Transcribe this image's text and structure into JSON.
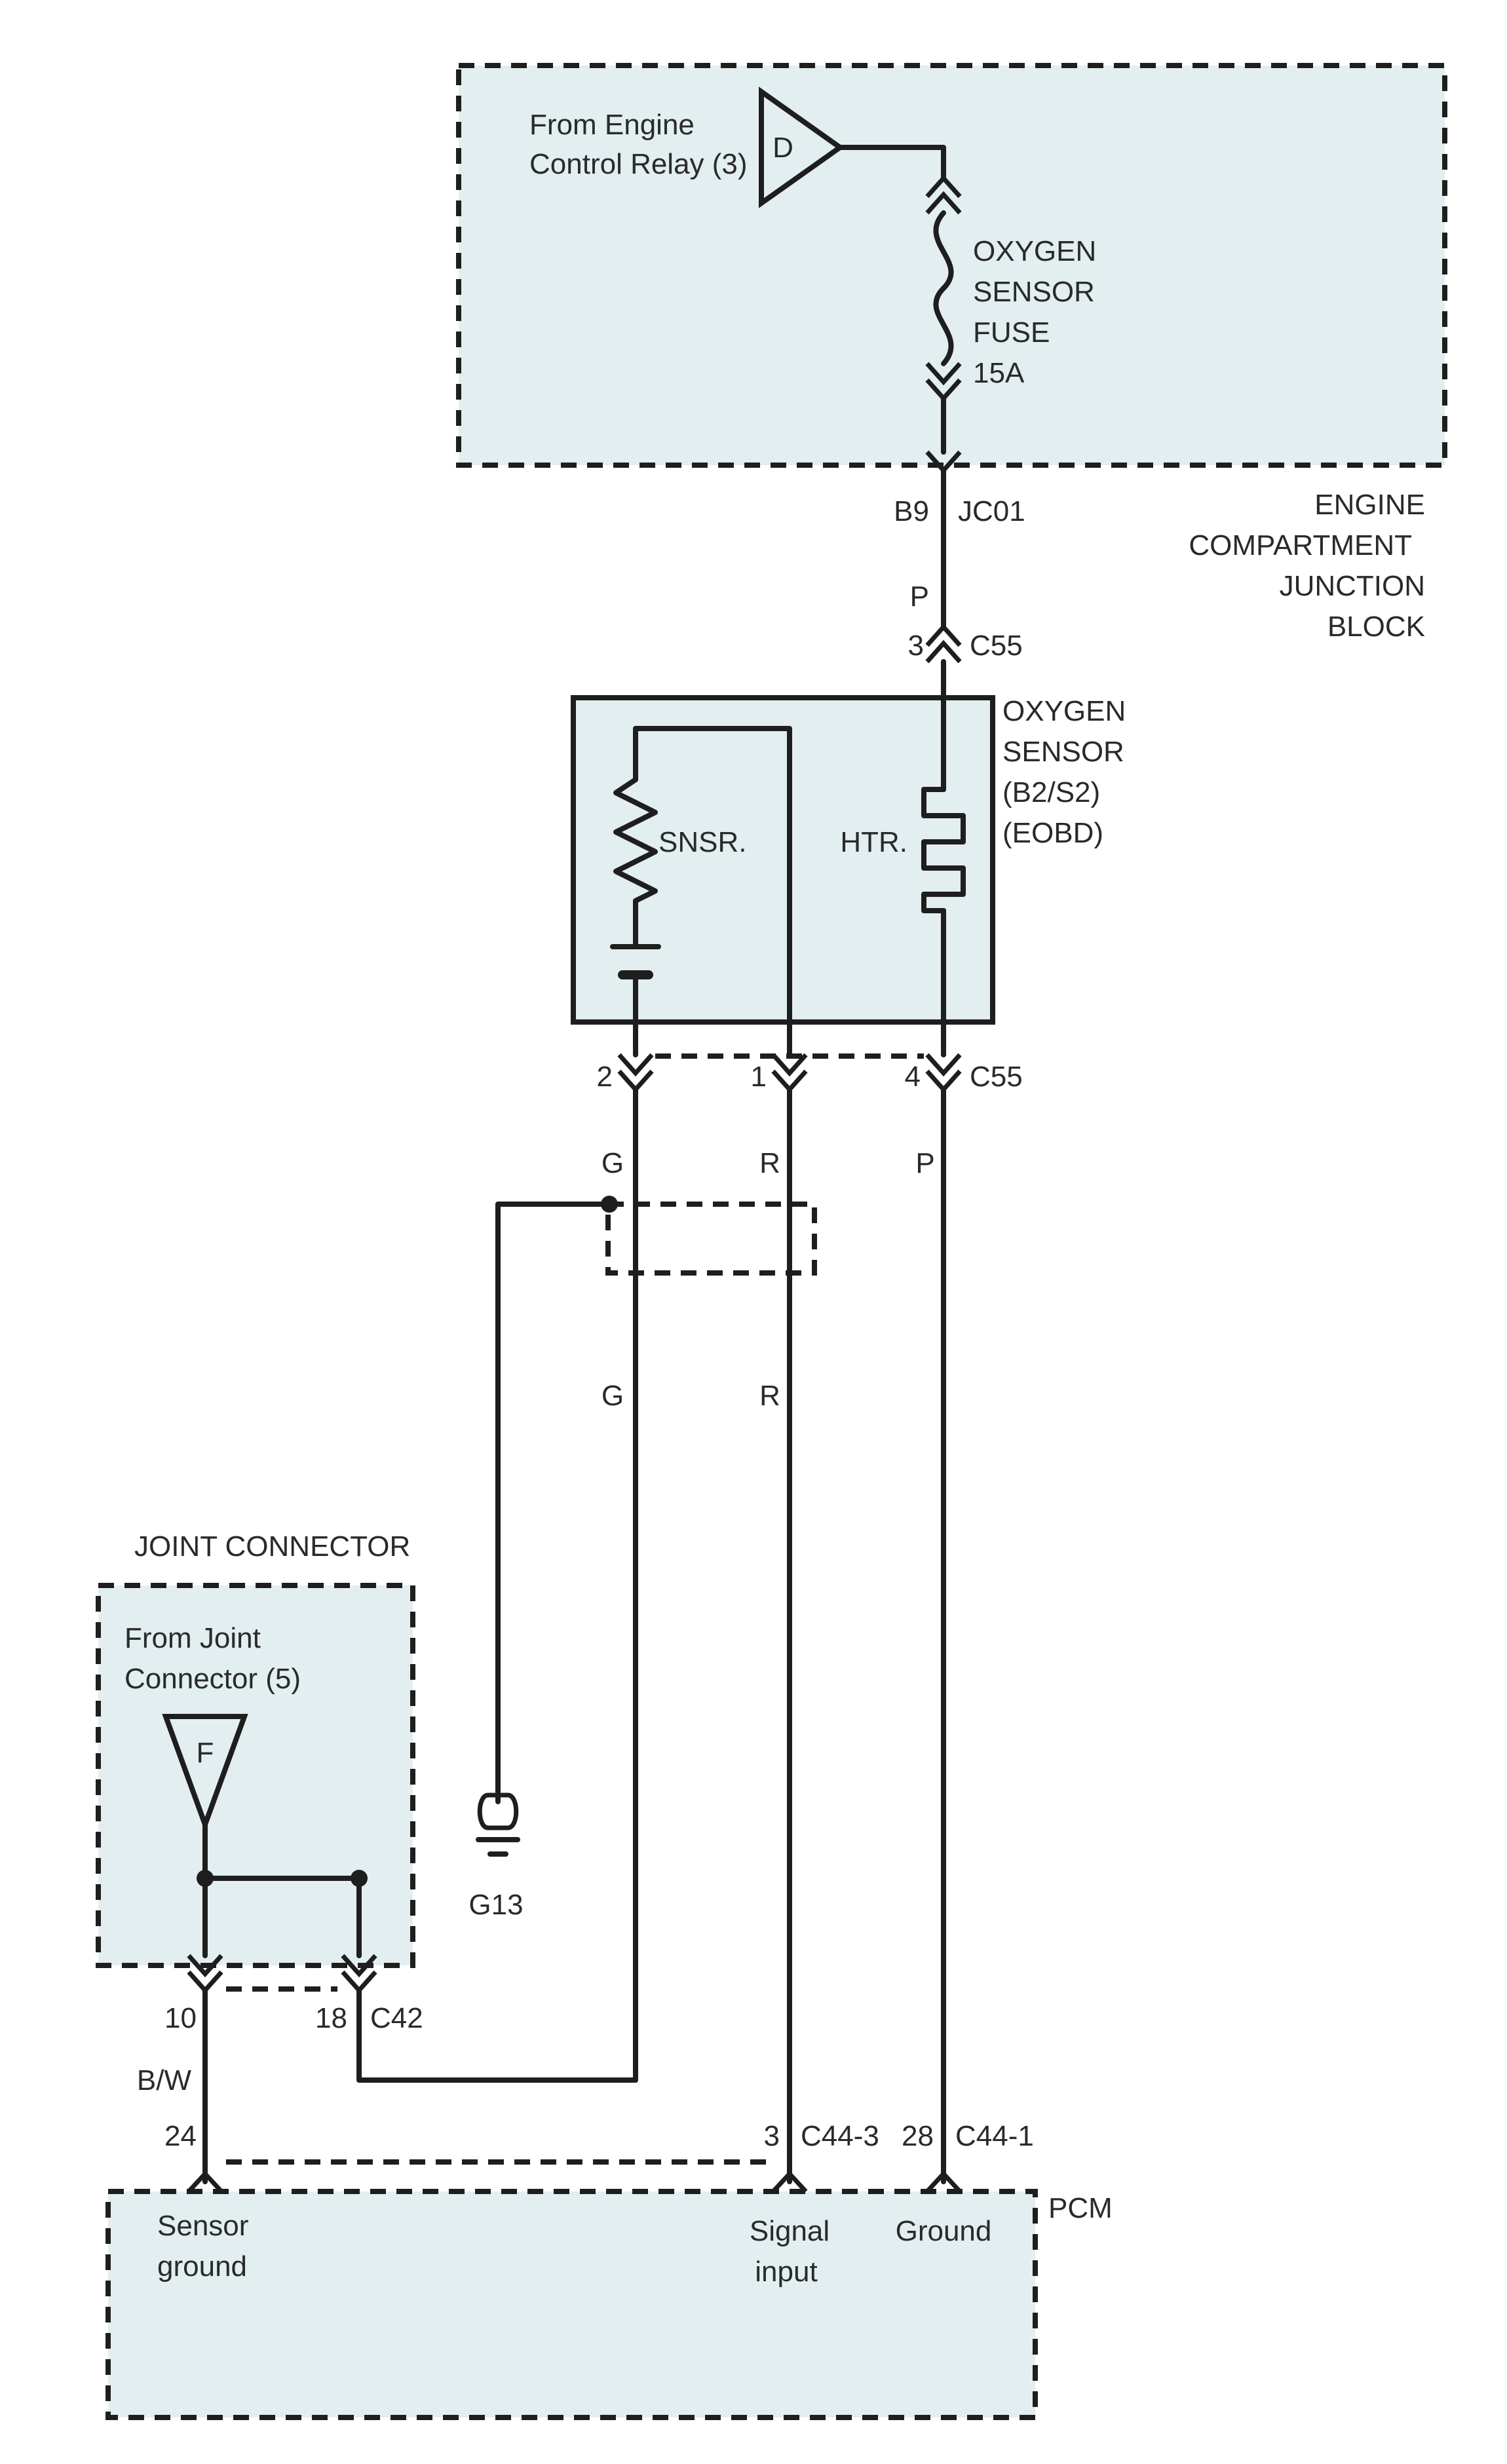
{
  "top_box": {
    "source_line1": "From Engine",
    "source_line2": "Control Relay (3)",
    "source_letter": "D",
    "fuse_line1": "OXYGEN",
    "fuse_line2": "SENSOR",
    "fuse_line3": "FUSE",
    "fuse_line4": "15A"
  },
  "junction_block": {
    "line1": "ENGINE",
    "line2": "COMPARTMENT",
    "line3": "JUNCTION",
    "line4": "BLOCK"
  },
  "connectors": {
    "jc01_pin": "B9",
    "jc01_name": "JC01",
    "c55_top_pin": "3",
    "c55_name": "C55",
    "sensor_pin_a": "2",
    "sensor_pin_b": "1",
    "sensor_pin_c": "4",
    "c42_pin_a": "10",
    "c42_pin_b": "18",
    "c42_name": "C42",
    "pcm_pin_ground": "24",
    "pcm_pin_signal": "3",
    "c44_3_name": "C44-3",
    "pcm_pin_htr": "28",
    "c44_1_name": "C44-1"
  },
  "wire_colors": {
    "pink_top": "P",
    "green_upper": "G",
    "red_upper": "R",
    "pink_lower": "P",
    "green_lower": "G",
    "red_lower": "R",
    "black_white": "B/W"
  },
  "sensor": {
    "line1": "OXYGEN",
    "line2": "SENSOR",
    "line3": "(B2/S2)",
    "line4": "(EOBD)",
    "sensor_element": "SNSR.",
    "heater_element": "HTR."
  },
  "joint_connector": {
    "title": "JOINT CONNECTOR",
    "source_line1": "From Joint",
    "source_line2": "Connector (5)",
    "source_letter": "F"
  },
  "ground": {
    "label": "G13"
  },
  "pcm": {
    "name": "PCM",
    "sensor_ground_line1": "Sensor",
    "sensor_ground_line2": "ground",
    "signal_input_line1": "Signal",
    "signal_input_line2": "input",
    "ground_label": "Ground"
  },
  "colors": {
    "box_fill": "#e2eef0",
    "line": "#1e1e1e"
  }
}
